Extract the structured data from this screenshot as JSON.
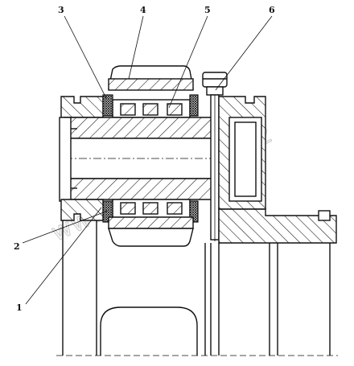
{
  "callouts": {
    "c1": "1",
    "c2": "2",
    "c3": "3",
    "c4": "4",
    "c5": "5",
    "c6": "6"
  },
  "watermark": "www.rimron-too.kz"
}
